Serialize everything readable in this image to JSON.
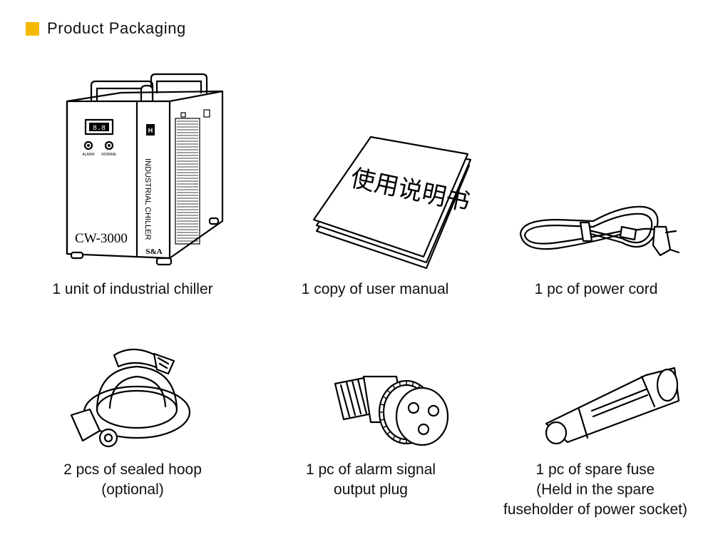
{
  "header": {
    "title": "Product Packaging",
    "accent_color": "#F5B800",
    "icon": "square-bullet-icon"
  },
  "chiller": {
    "model": "CW-3000",
    "side_text": "INDUSTRIAL CHILLER",
    "brand": "S&A",
    "display": "8.8",
    "alarm_label": "ALARM",
    "normal_label": "NORMAL",
    "panel_mark": "H"
  },
  "manual": {
    "cover_text": "使用说明书"
  },
  "items": [
    {
      "caption": "1 unit of industrial chiller"
    },
    {
      "caption": "1 copy of user manual"
    },
    {
      "caption": "1 pc of power cord"
    },
    {
      "caption_lines": [
        "2 pcs of sealed hoop",
        "(optional)"
      ]
    },
    {
      "caption_lines": [
        "1 pc of alarm signal",
        "output plug"
      ]
    },
    {
      "caption_lines": [
        "1 pc of spare fuse",
        "(Held in the spare",
        "fuseholder of power socket)"
      ]
    }
  ]
}
